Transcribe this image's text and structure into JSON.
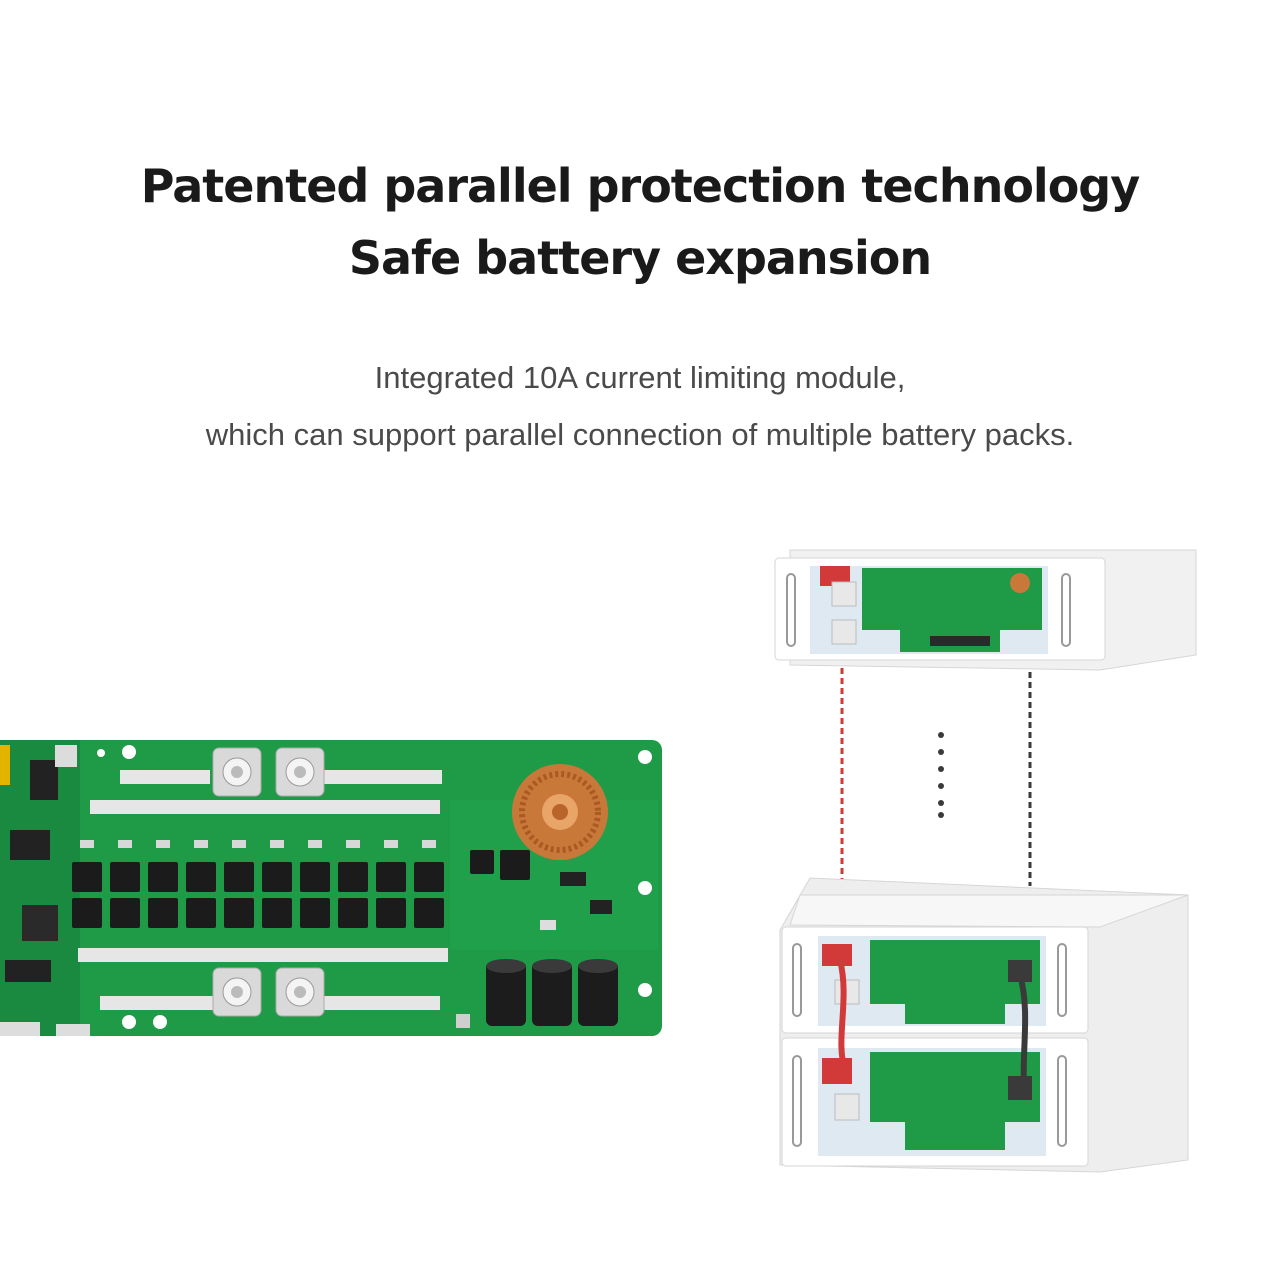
{
  "headline": {
    "line1": "Patented parallel protection technology",
    "line2": "Safe battery expansion"
  },
  "subtitle": {
    "line1": "Integrated 10A current limiting module,",
    "line2": "which can support parallel connection of multiple battery packs."
  },
  "colors": {
    "pcb_green": "#1f9a47",
    "pcb_dark": "#157a37",
    "mosfet": "#1b1b1b",
    "trace_silver": "#e6e6e6",
    "coil_copper": "#c8793a",
    "case_white": "#f2f2f2",
    "red_cable": "#d23a3a",
    "black_cable": "#3a3a3a"
  }
}
